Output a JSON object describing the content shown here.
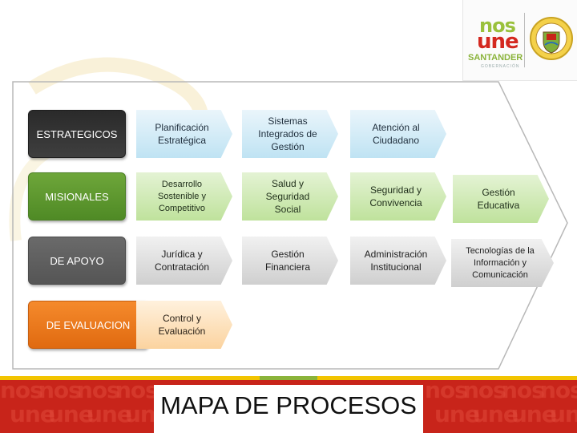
{
  "logo": {
    "nos": "nos",
    "une": "une",
    "santander": "SANTANDER",
    "gobernacion": "GOBERNACIÓN"
  },
  "categories": [
    {
      "label": "ESTRATEGICOS",
      "color": "#2d2d2d"
    },
    {
      "label": "MISIONALES",
      "color": "#5a9530"
    },
    {
      "label": "DE APOYO",
      "color": "#5e5e5e"
    },
    {
      "label": "DE EVALUACION",
      "color": "#ea7a1c"
    }
  ],
  "processes": {
    "estrategicos": [
      "Planificación Estratégica",
      "Sistemas Integrados de Gestión",
      "Atención al Ciudadano"
    ],
    "misionales": [
      "Desarrollo Sostenible y Competitivo",
      "Salud y Seguridad Social",
      "Seguridad y Convivencia",
      "Gestión Educativa"
    ],
    "apoyo": [
      "Jurídica y Contratación",
      "Gestión Financiera",
      "Administración Institucional",
      "Tecnologías de la Información y Comunicación"
    ],
    "evaluacion": [
      "Control y Evaluación"
    ]
  },
  "banner": {
    "title": "MAPA DE PROCESOS",
    "pattern_top": "nos",
    "pattern_bottom": "une"
  }
}
